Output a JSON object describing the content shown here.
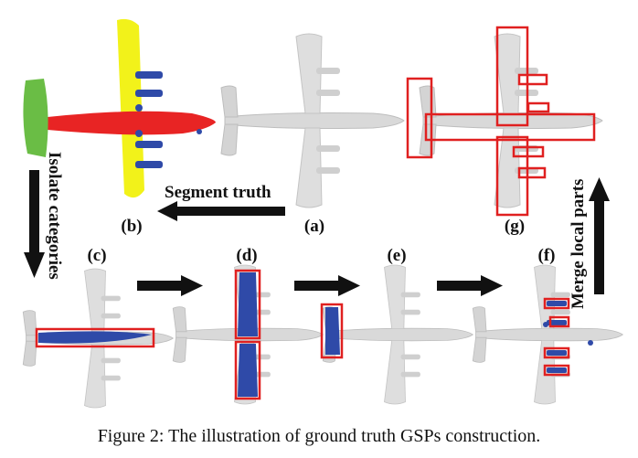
{
  "figure": {
    "panels": {
      "a": "(a)",
      "b": "(b)",
      "c": "(c)",
      "d": "(d)",
      "e": "(e)",
      "f": "(f)",
      "g": "(g)"
    },
    "arrows": {
      "segment": "Segment truth",
      "isolate": "Isolate categories",
      "merge": "Merge local parts"
    },
    "caption": "Figure 2:  The illustration of ground truth GSPs construction."
  },
  "colors": {
    "plane_gray": "#d9d9d9",
    "plane_outline": "#bdbdbd",
    "fuselage_red": "#e82424",
    "wing_yellow": "#f2f21a",
    "tail_green": "#6abd45",
    "part_blue": "#2f4aa8",
    "box_red": "#e02020",
    "arrow_black": "#111111"
  }
}
